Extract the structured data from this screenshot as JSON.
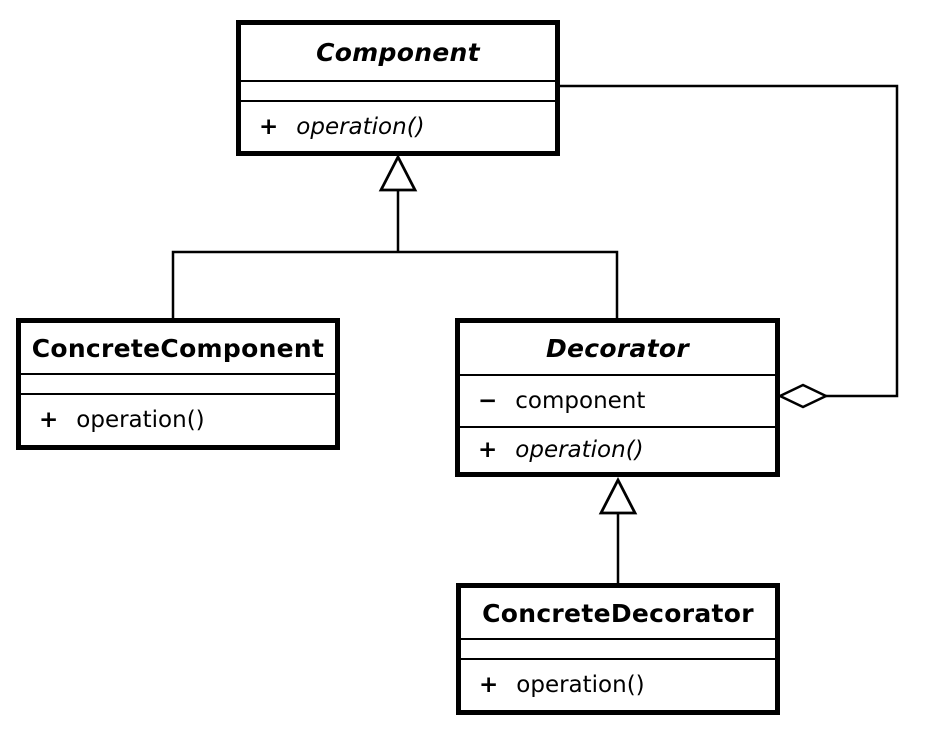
{
  "colors": {
    "line": "#000000",
    "box_fill": "#ffffff",
    "text": "#000000",
    "background": "#ffffff"
  },
  "classes": [
    {
      "name": "Component",
      "abstract": true,
      "attributes": [],
      "operations": [
        {
          "visibility": "+",
          "signature": "operation()",
          "abstract": true
        }
      ]
    },
    {
      "name": "ConcreteComponent",
      "abstract": false,
      "attributes": [],
      "operations": [
        {
          "visibility": "+",
          "signature": "operation()",
          "abstract": false
        }
      ]
    },
    {
      "name": "Decorator",
      "abstract": true,
      "attributes": [
        {
          "visibility": "−",
          "name": "component"
        }
      ],
      "operations": [
        {
          "visibility": "+",
          "signature": "operation()",
          "abstract": true
        }
      ]
    },
    {
      "name": "ConcreteDecorator",
      "abstract": false,
      "attributes": [],
      "operations": [
        {
          "visibility": "+",
          "signature": "operation()",
          "abstract": false
        }
      ]
    }
  ],
  "relationships": [
    {
      "type": "generalization",
      "from": "ConcreteComponent",
      "to": "Component"
    },
    {
      "type": "generalization",
      "from": "Decorator",
      "to": "Component"
    },
    {
      "type": "generalization",
      "from": "ConcreteDecorator",
      "to": "Decorator"
    },
    {
      "type": "aggregation",
      "owner": "Decorator",
      "part": "Component"
    }
  ]
}
